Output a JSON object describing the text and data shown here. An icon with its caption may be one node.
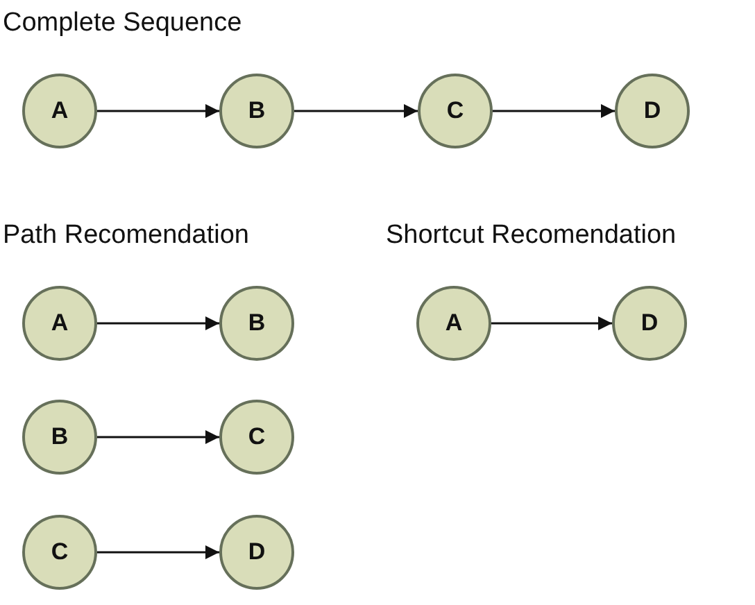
{
  "diagram": {
    "nodes": [
      {
        "text": [
          "A"
        ]
      },
      {
        "text": [
          "B"
        ]
      },
      {
        "text": [
          "C"
        ]
      },
      {
        "text": [
          "D"
        ]
      },
      {
        "text": [
          "A"
        ]
      },
      {
        "text": [
          "B"
        ]
      },
      {
        "text": [
          "A"
        ]
      },
      {
        "text": [
          "D"
        ]
      },
      {
        "text": [
          "B"
        ]
      },
      {
        "text": [
          "C"
        ]
      },
      {
        "text": [
          "C"
        ]
      },
      {
        "text": [
          "D"
        ]
      }
    ],
    "edges": [
      {
        "from": 0,
        "to": 1,
        "arrow": "to"
      },
      {
        "from": 1,
        "to": 2,
        "arrow": "to"
      },
      {
        "from": 2,
        "to": 3,
        "arrow": "to"
      },
      {
        "from": 4,
        "to": 5,
        "arrow": "to"
      },
      {
        "from": 6,
        "to": 7,
        "arrow": "to"
      },
      {
        "from": 8,
        "to": 9,
        "arrow": "to"
      },
      {
        "from": 10,
        "to": 11,
        "arrow": "to"
      }
    ],
    "labels": [
      "Complete Sequence",
      "Path Recomendation",
      "Shortcut Recomendation"
    ]
  }
}
